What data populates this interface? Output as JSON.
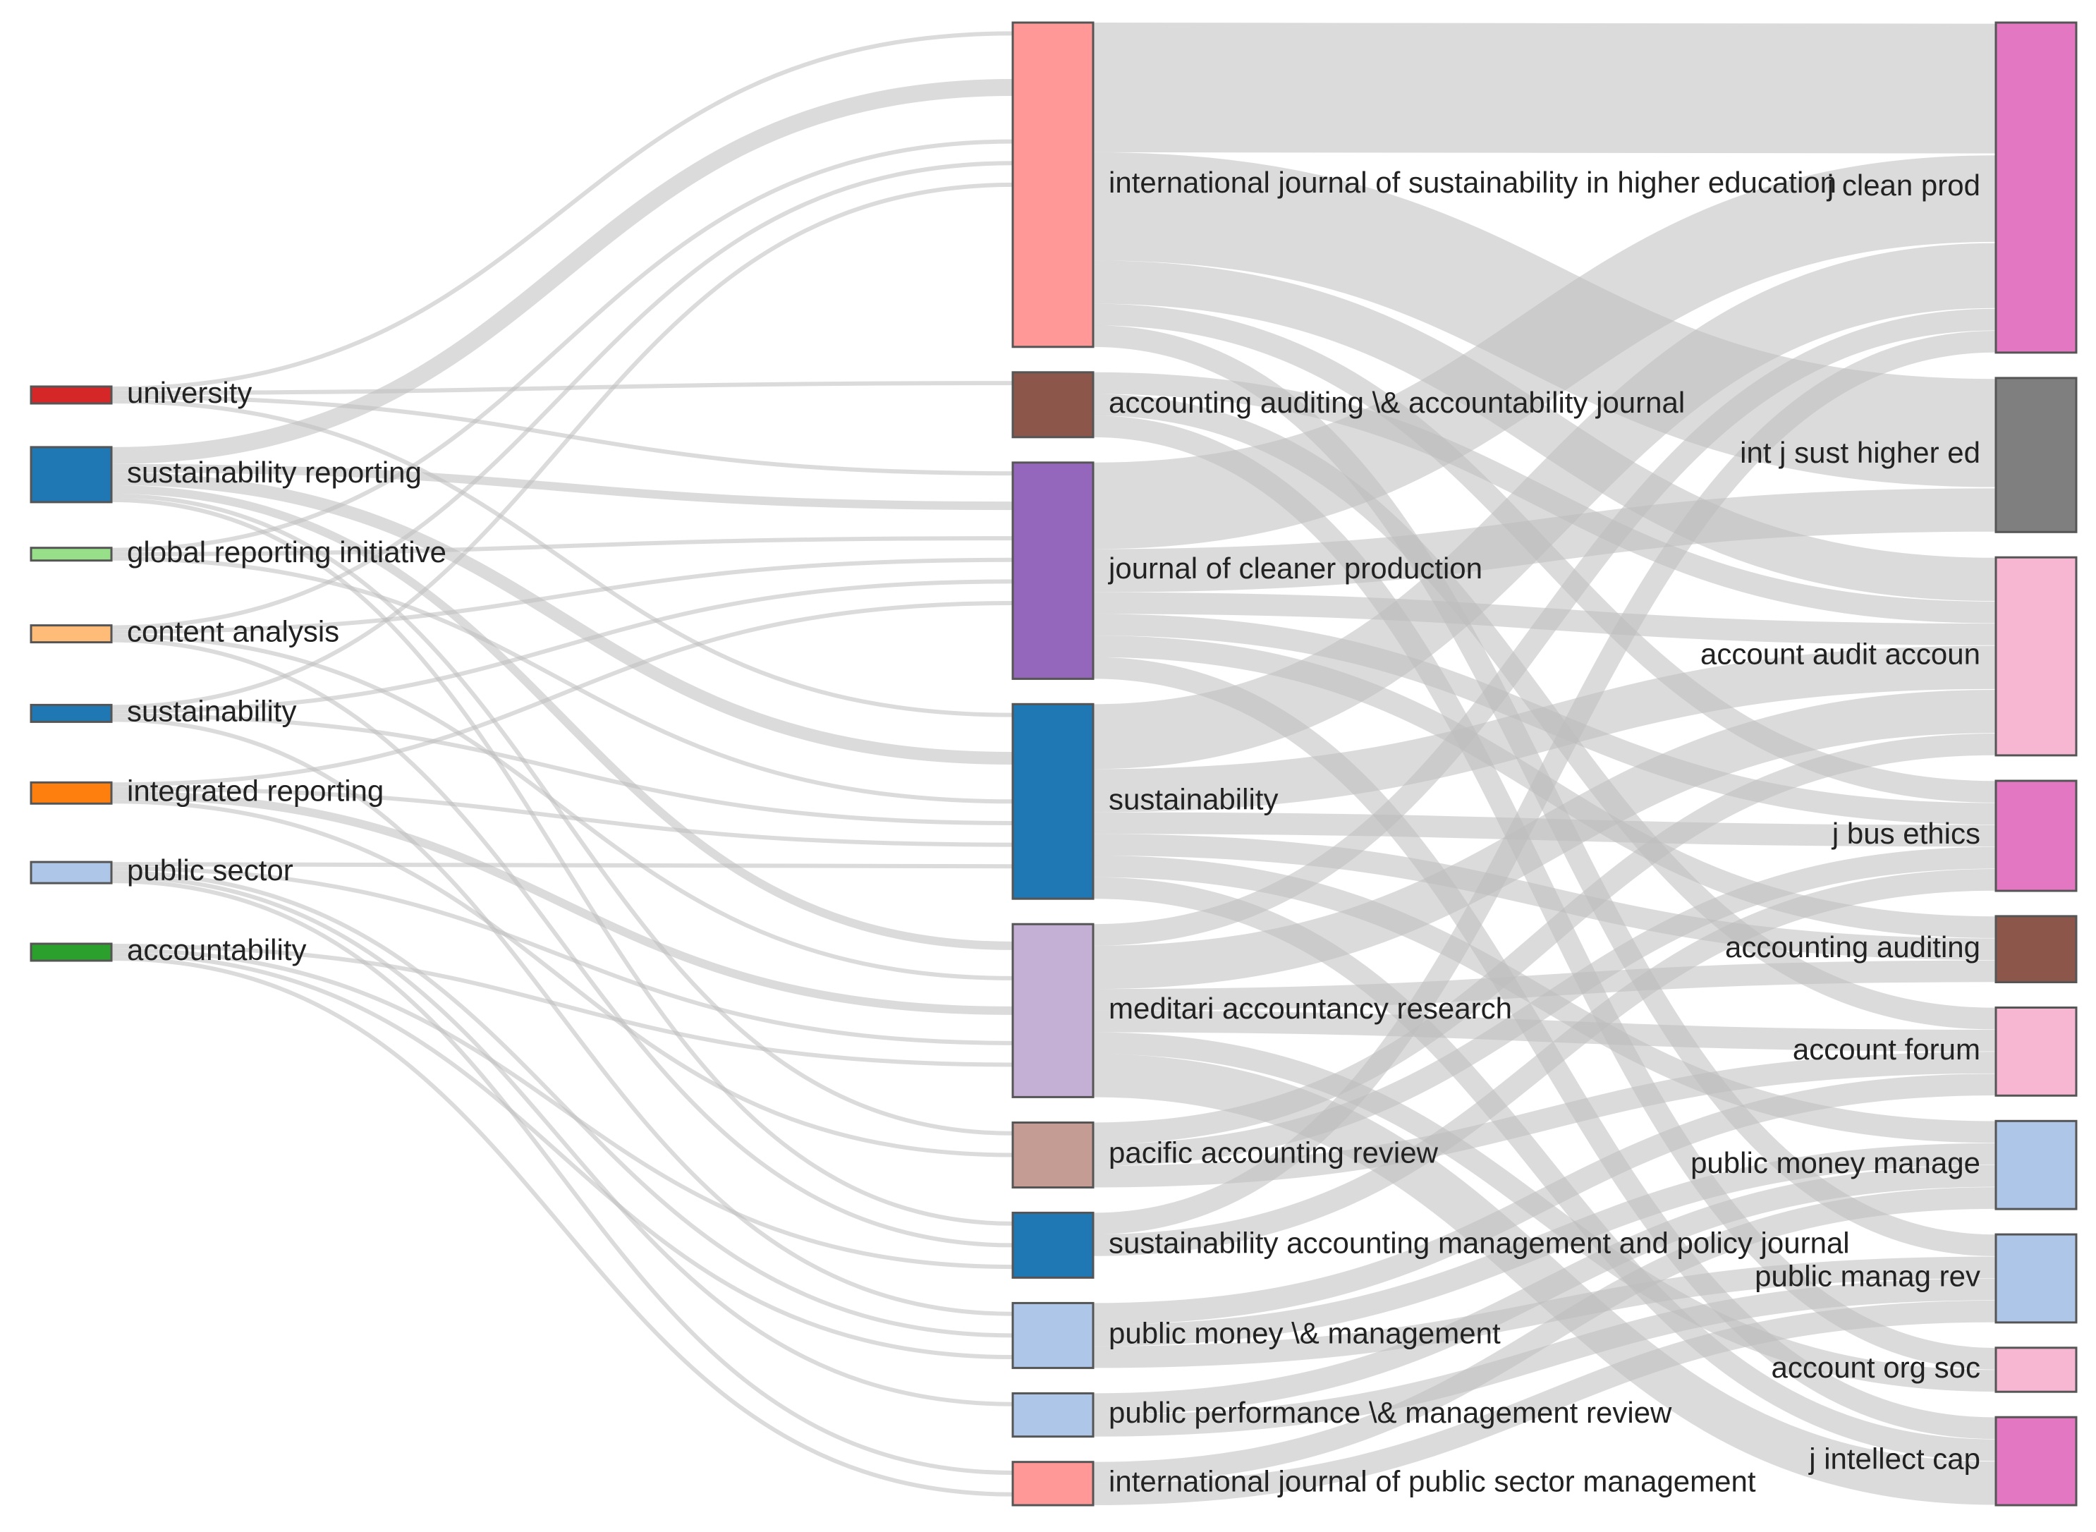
{
  "chart_data": {
    "type": "sankey",
    "link_color": "#bdbdbd",
    "columns": [
      {
        "nodes": [
          {
            "id": "k_university",
            "label": "university",
            "color": "#d62728"
          },
          {
            "id": "k_sust_reporting",
            "label": "sustainability reporting",
            "color": "#1f77b4"
          },
          {
            "id": "k_gri",
            "label": "global reporting initiative",
            "color": "#98df8a"
          },
          {
            "id": "k_content",
            "label": "content analysis",
            "color": "#ffbb78"
          },
          {
            "id": "k_sustainability",
            "label": "sustainability",
            "color": "#1f77b4"
          },
          {
            "id": "k_integrated",
            "label": "integrated reporting",
            "color": "#ff7f0e"
          },
          {
            "id": "k_public",
            "label": "public sector",
            "color": "#aec7e8"
          },
          {
            "id": "k_accountability",
            "label": "accountability",
            "color": "#2ca02c"
          }
        ]
      },
      {
        "nodes": [
          {
            "id": "s_ijshe",
            "label": "international journal of sustainability in higher education",
            "color": "#ff9896"
          },
          {
            "id": "s_aaaj",
            "label": "accounting auditing \\& accountability journal",
            "color": "#8c564b"
          },
          {
            "id": "s_jcp",
            "label": "journal of cleaner production",
            "color": "#9467bd"
          },
          {
            "id": "s_sust",
            "label": "sustainability",
            "color": "#1f77b4"
          },
          {
            "id": "s_meditari",
            "label": "meditari accountancy research",
            "color": "#c5b0d5"
          },
          {
            "id": "s_pacific",
            "label": "pacific accounting review",
            "color": "#c49c94"
          },
          {
            "id": "s_sampj",
            "label": "sustainability accounting management and policy journal",
            "color": "#1f77b4"
          },
          {
            "id": "s_pmm",
            "label": "public money \\& management",
            "color": "#aec7e8"
          },
          {
            "id": "s_ppmr",
            "label": "public performance \\& management review",
            "color": "#aec7e8"
          },
          {
            "id": "s_ijpsm",
            "label": "international journal of public sector management",
            "color": "#ff9896"
          }
        ]
      },
      {
        "nodes": [
          {
            "id": "c_jcp",
            "label": "j clean prod",
            "color": "#e377c2"
          },
          {
            "id": "c_ijshe",
            "label": "int j sust higher ed",
            "color": "#7f7f7f"
          },
          {
            "id": "c_aaaj",
            "label": "account audit accoun",
            "color": "#f7b6d2"
          },
          {
            "id": "c_jbe",
            "label": "j bus ethics",
            "color": "#e377c2"
          },
          {
            "id": "c_aa",
            "label": "accounting auditing",
            "color": "#8c564b"
          },
          {
            "id": "c_af",
            "label": "account forum",
            "color": "#f7b6d2"
          },
          {
            "id": "c_pmm",
            "label": "public money manage",
            "color": "#aec7e8"
          },
          {
            "id": "c_pmr",
            "label": "public manag rev",
            "color": "#aec7e8"
          },
          {
            "id": "c_aos",
            "label": "account org soc",
            "color": "#f7b6d2"
          },
          {
            "id": "c_jic",
            "label": "j intellect cap",
            "color": "#e377c2"
          }
        ]
      }
    ],
    "links": [
      {
        "source": "k_university",
        "target": "s_ijshe",
        "value": 1
      },
      {
        "source": "k_university",
        "target": "s_jcp",
        "value": 1
      },
      {
        "source": "k_university",
        "target": "s_sust",
        "value": 1
      },
      {
        "source": "k_university",
        "target": "s_aaaj",
        "value": 1
      },
      {
        "source": "k_sust_reporting",
        "target": "s_ijshe",
        "value": 4
      },
      {
        "source": "k_sust_reporting",
        "target": "s_jcp",
        "value": 2
      },
      {
        "source": "k_sust_reporting",
        "target": "s_sust",
        "value": 3
      },
      {
        "source": "k_sust_reporting",
        "target": "s_meditari",
        "value": 2
      },
      {
        "source": "k_sust_reporting",
        "target": "s_pacific",
        "value": 1
      },
      {
        "source": "k_sust_reporting",
        "target": "s_sampj",
        "value": 1
      },
      {
        "source": "k_gri",
        "target": "s_sust",
        "value": 1
      },
      {
        "source": "k_gri",
        "target": "s_jcp",
        "value": 1
      },
      {
        "source": "k_gri",
        "target": "s_ijshe",
        "value": 1
      },
      {
        "source": "k_content",
        "target": "s_ijshe",
        "value": 1
      },
      {
        "source": "k_content",
        "target": "s_meditari",
        "value": 1
      },
      {
        "source": "k_content",
        "target": "s_jcp",
        "value": 1
      },
      {
        "source": "k_content",
        "target": "s_sampj",
        "value": 1
      },
      {
        "source": "k_sustainability",
        "target": "s_ijshe",
        "value": 1
      },
      {
        "source": "k_sustainability",
        "target": "s_jcp",
        "value": 1
      },
      {
        "source": "k_sustainability",
        "target": "s_sust",
        "value": 1
      },
      {
        "source": "k_sustainability",
        "target": "s_pmm",
        "value": 1
      },
      {
        "source": "k_integrated",
        "target": "s_meditari",
        "value": 2
      },
      {
        "source": "k_integrated",
        "target": "s_sust",
        "value": 1
      },
      {
        "source": "k_integrated",
        "target": "s_pacific",
        "value": 1
      },
      {
        "source": "k_integrated",
        "target": "s_jcp",
        "value": 1
      },
      {
        "source": "k_public",
        "target": "s_pmm",
        "value": 1
      },
      {
        "source": "k_public",
        "target": "s_ppmr",
        "value": 1
      },
      {
        "source": "k_public",
        "target": "s_ijpsm",
        "value": 1
      },
      {
        "source": "k_public",
        "target": "s_meditari",
        "value": 1
      },
      {
        "source": "k_public",
        "target": "s_sust",
        "value": 1
      },
      {
        "source": "k_accountability",
        "target": "s_meditari",
        "value": 1
      },
      {
        "source": "k_accountability",
        "target": "s_pmm",
        "value": 1
      },
      {
        "source": "k_accountability",
        "target": "s_ijpsm",
        "value": 1
      },
      {
        "source": "k_accountability",
        "target": "s_sampj",
        "value": 1
      },
      {
        "source": "s_ijshe",
        "target": "c_jcp",
        "value": 6
      },
      {
        "source": "s_ijshe",
        "target": "c_ijshe",
        "value": 5
      },
      {
        "source": "s_ijshe",
        "target": "c_aaaj",
        "value": 2
      },
      {
        "source": "s_ijshe",
        "target": "c_jbe",
        "value": 1
      },
      {
        "source": "s_ijshe",
        "target": "c_pmr",
        "value": 1
      },
      {
        "source": "s_aaaj",
        "target": "c_aaaj",
        "value": 1
      },
      {
        "source": "s_aaaj",
        "target": "c_af",
        "value": 1
      },
      {
        "source": "s_aaaj",
        "target": "c_aos",
        "value": 1
      },
      {
        "source": "s_jcp",
        "target": "c_jcp",
        "value": 4
      },
      {
        "source": "s_jcp",
        "target": "c_ijshe",
        "value": 2
      },
      {
        "source": "s_jcp",
        "target": "c_jbe",
        "value": 1
      },
      {
        "source": "s_jcp",
        "target": "c_aaaj",
        "value": 1
      },
      {
        "source": "s_jcp",
        "target": "c_aa",
        "value": 1
      },
      {
        "source": "s_jcp",
        "target": "c_jic",
        "value": 1
      },
      {
        "source": "s_sust",
        "target": "c_jcp",
        "value": 3
      },
      {
        "source": "s_sust",
        "target": "c_aaaj",
        "value": 2
      },
      {
        "source": "s_sust",
        "target": "c_jbe",
        "value": 1
      },
      {
        "source": "s_sust",
        "target": "c_aa",
        "value": 1
      },
      {
        "source": "s_sust",
        "target": "c_pmm",
        "value": 1
      },
      {
        "source": "s_sust",
        "target": "c_jic",
        "value": 1
      },
      {
        "source": "s_meditari",
        "target": "c_aaaj",
        "value": 2
      },
      {
        "source": "s_meditari",
        "target": "c_jcp",
        "value": 1
      },
      {
        "source": "s_meditari",
        "target": "c_af",
        "value": 1
      },
      {
        "source": "s_meditari",
        "target": "c_aa",
        "value": 1
      },
      {
        "source": "s_meditari",
        "target": "c_aos",
        "value": 1
      },
      {
        "source": "s_meditari",
        "target": "c_jic",
        "value": 2
      },
      {
        "source": "s_pacific",
        "target": "c_aaaj",
        "value": 1
      },
      {
        "source": "s_pacific",
        "target": "c_jbe",
        "value": 1
      },
      {
        "source": "s_pacific",
        "target": "c_af",
        "value": 1
      },
      {
        "source": "s_sampj",
        "target": "c_jcp",
        "value": 1
      },
      {
        "source": "s_sampj",
        "target": "c_jbe",
        "value": 1
      },
      {
        "source": "s_pmm",
        "target": "c_pmm",
        "value": 1
      },
      {
        "source": "s_pmm",
        "target": "c_pmr",
        "value": 1
      },
      {
        "source": "s_pmm",
        "target": "c_af",
        "value": 1
      },
      {
        "source": "s_ppmr",
        "target": "c_pmr",
        "value": 1
      },
      {
        "source": "s_ppmr",
        "target": "c_pmm",
        "value": 1
      },
      {
        "source": "s_ijpsm",
        "target": "c_pmm",
        "value": 1
      },
      {
        "source": "s_ijpsm",
        "target": "c_pmr",
        "value": 1
      }
    ]
  }
}
